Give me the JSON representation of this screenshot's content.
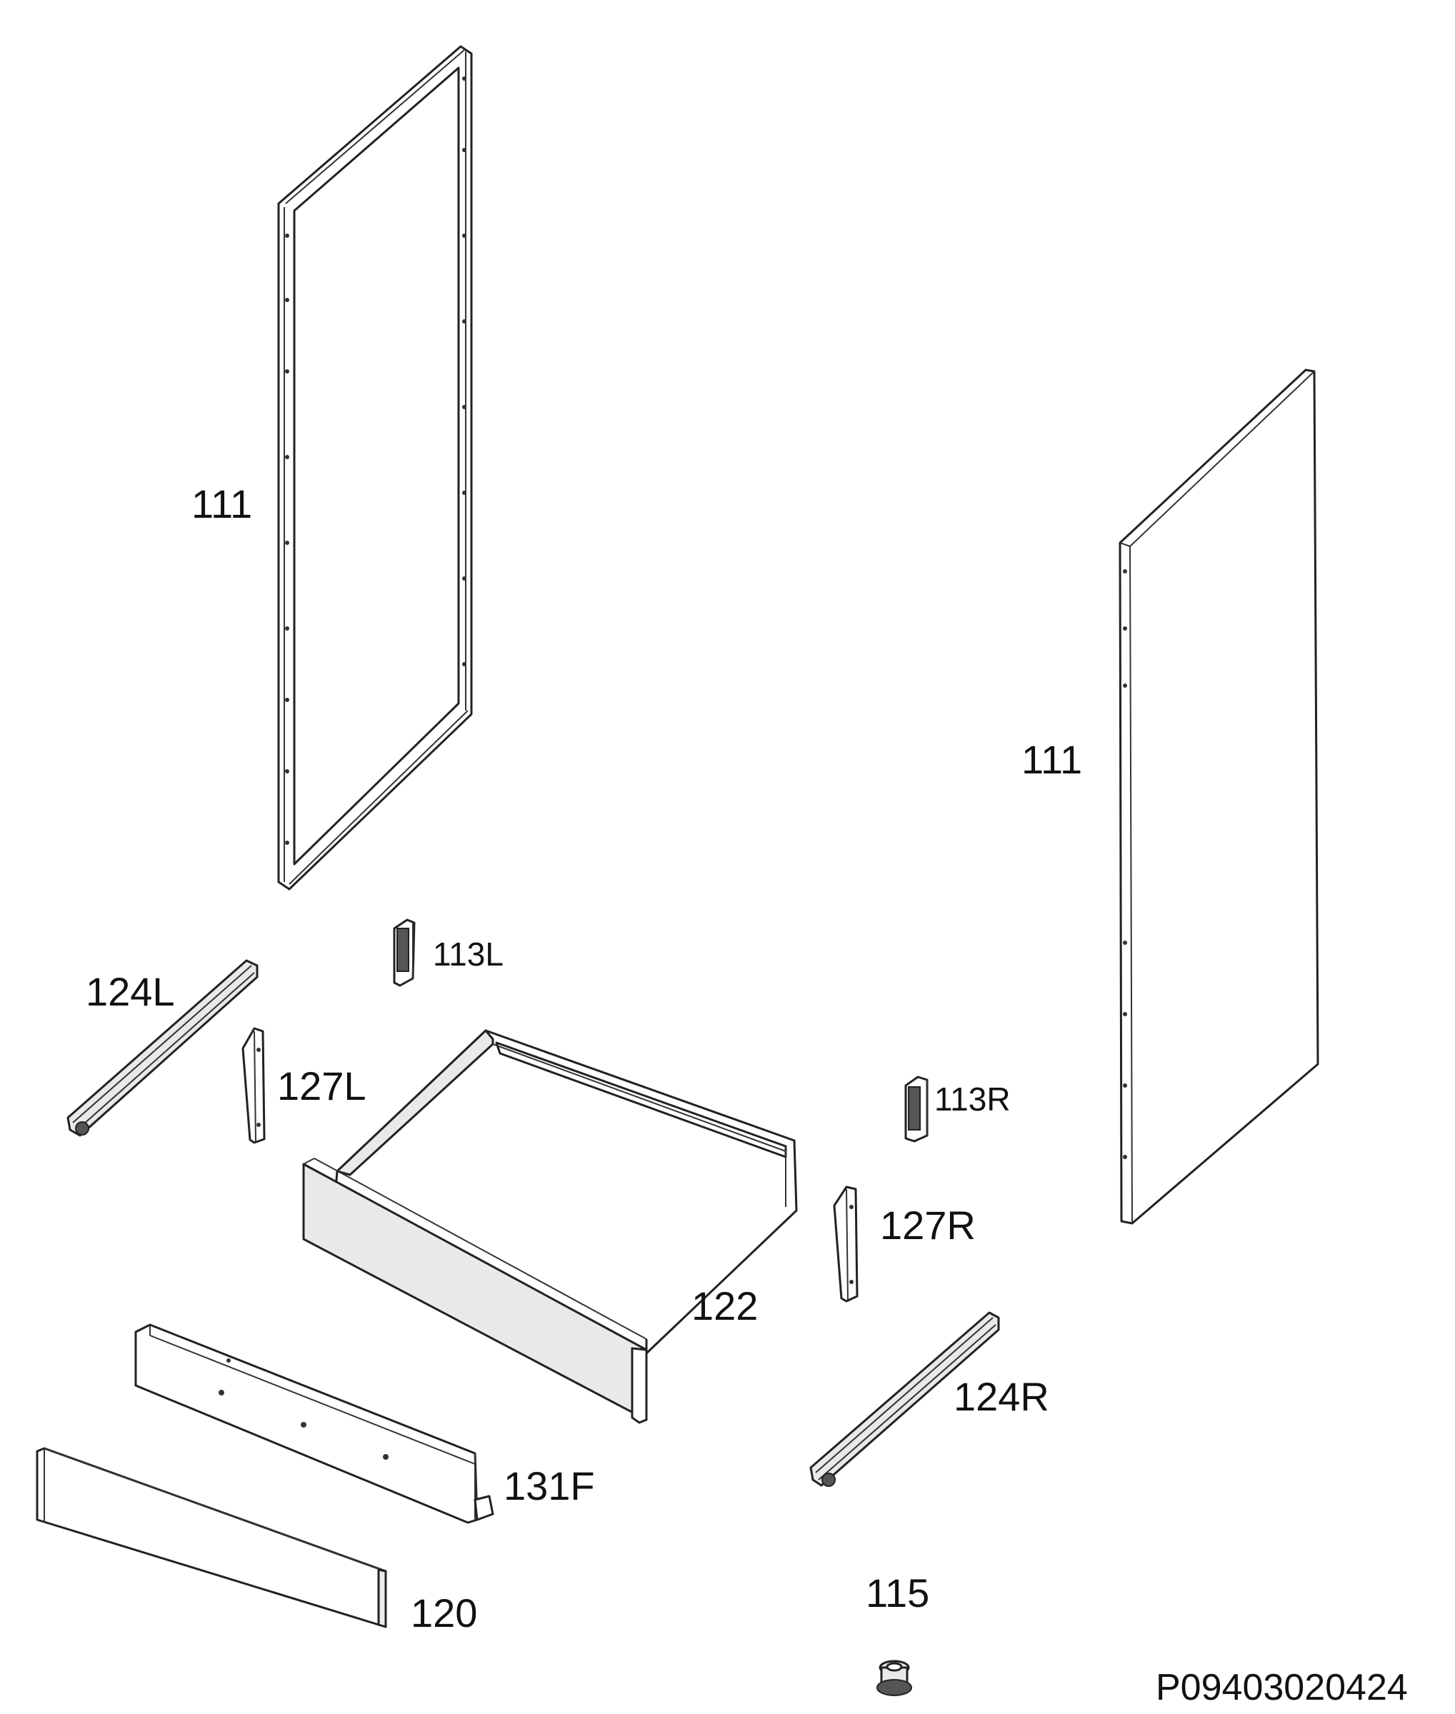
{
  "labels": {
    "frame_left": "111",
    "panel_right": "111",
    "hinge_left": "113L",
    "hinge_right": "113R",
    "rail_left": "124L",
    "rail_right": "124R",
    "bracket_left": "127L",
    "bracket_right": "127R",
    "drawer": "122",
    "front_panel": "131F",
    "kick_plate": "120",
    "foot": "115",
    "diagram_code": "P09403020424"
  }
}
